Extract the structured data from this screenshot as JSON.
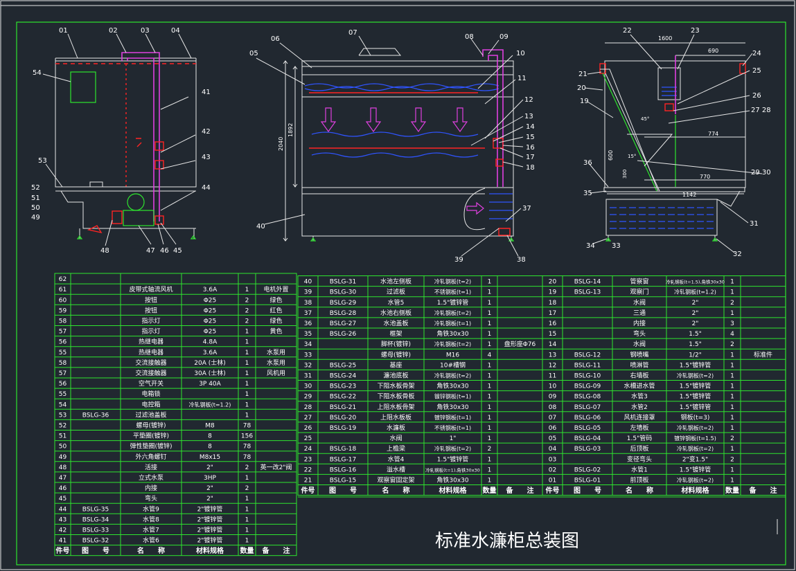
{
  "drawing_title": "标准水濂柜总装图",
  "header_cols": [
    "件号",
    "图　　号",
    "名　　称",
    "材料规格",
    "数量",
    "备　　注"
  ],
  "dims": {
    "d2040": "2040",
    "d1892": "1892",
    "d1600": "1600",
    "d690": "690",
    "d774": "774",
    "d770": "770",
    "d1142": "1142",
    "d600": "600",
    "d300": "300",
    "a45": "45°",
    "a15": "15°"
  },
  "callouts": {
    "c01": "01",
    "c02": "02",
    "c03": "03",
    "c04": "04",
    "c05": "05",
    "c06": "06",
    "c07": "07",
    "c08": "08",
    "c09": "09",
    "c10": "10",
    "c11": "11",
    "c12": "12",
    "c13": "13",
    "c14": "14",
    "c15": "15",
    "c16": "16",
    "c17": "17",
    "c18": "18",
    "c19": "19",
    "c20": "20",
    "c21": "21",
    "c22": "22",
    "c23": "23",
    "c24": "24",
    "c25": "25",
    "c26": "26",
    "c2728": "27 28",
    "c2930": "29 30",
    "c31": "31",
    "c32": "32",
    "c33": "33",
    "c34": "34",
    "c35": "35",
    "c36": "36",
    "c37": "37",
    "c38": "38",
    "c39": "39",
    "c40": "40",
    "c41": "41",
    "c42": "42",
    "c43": "43",
    "c44": "44",
    "c45": "45",
    "c46": "46",
    "c47": "47",
    "c48": "48",
    "c49": "49",
    "c50": "50",
    "c51": "51",
    "c52": "52",
    "c53": "53",
    "c54": "54"
  },
  "bom_left": [
    [
      "62",
      "",
      "",
      "",
      "",
      ""
    ],
    [
      "61",
      "",
      "皮带式轴流风机",
      "3.6A",
      "1",
      "电机外置"
    ],
    [
      "60",
      "",
      "按钮",
      "Φ25",
      "2",
      "绿色"
    ],
    [
      "59",
      "",
      "按钮",
      "Φ25",
      "2",
      "红色"
    ],
    [
      "58",
      "",
      "指示灯",
      "Φ25",
      "2",
      "绿色"
    ],
    [
      "57",
      "",
      "指示灯",
      "Φ25",
      "1",
      "黄色"
    ],
    [
      "56",
      "",
      "热继电器",
      "4.8A",
      "1",
      ""
    ],
    [
      "55",
      "",
      "热继电器",
      "3.6A",
      "1",
      "水泵用"
    ],
    [
      "58",
      "",
      "交流接触器",
      "20A (士林)",
      "1",
      "水泵用"
    ],
    [
      "57",
      "",
      "交流接触器",
      "30A (士林)",
      "1",
      "风机用"
    ],
    [
      "56",
      "",
      "空气开关",
      "3P  40A",
      "1",
      ""
    ],
    [
      "55",
      "",
      "电箱锁",
      "",
      "1",
      ""
    ],
    [
      "54",
      "",
      "电控箱",
      "冷轧钢板(t=1.2)",
      "1",
      ""
    ],
    [
      "53",
      "BSLG-36",
      "过滤池盖板",
      "",
      "1",
      ""
    ],
    [
      "52",
      "",
      "螺母(镀锌)",
      "M8",
      "78",
      ""
    ],
    [
      "51",
      "",
      "平垫圈(镀锌)",
      "8",
      "156",
      ""
    ],
    [
      "50",
      "",
      "弹性垫圈(镀锌)",
      "8",
      "78",
      ""
    ],
    [
      "49",
      "",
      "外六角螺钉",
      "M8x15",
      "78",
      ""
    ],
    [
      "48",
      "",
      "活接",
      "2\"",
      "2",
      "英一改2\"阀"
    ],
    [
      "47",
      "",
      "立式水泵",
      "3HP",
      "1",
      ""
    ],
    [
      "46",
      "",
      "内接",
      "2\"",
      "2",
      ""
    ],
    [
      "45",
      "",
      "弯头",
      "2\"",
      "1",
      ""
    ],
    [
      "44",
      "BSLG-35",
      "水管9",
      "2\"镀锌管",
      "1",
      ""
    ],
    [
      "43",
      "BSLG-34",
      "水管8",
      "2\"镀锌管",
      "1",
      ""
    ],
    [
      "42",
      "BSLG-33",
      "水管7",
      "2\"镀锌管",
      "1",
      ""
    ],
    [
      "41",
      "BSLG-32",
      "水管6",
      "2\"镀锌管",
      "1",
      ""
    ]
  ],
  "bom_mid": [
    [
      "40",
      "BSLG-31",
      "水池左侧板",
      "冷轧钢板(t=2)",
      "1",
      ""
    ],
    [
      "39",
      "BSLG-30",
      "过滤板",
      "不锈钢板(t=1)",
      "1",
      ""
    ],
    [
      "38",
      "BSLG-29",
      "水管5",
      "1.5\"镀锌管",
      "1",
      ""
    ],
    [
      "37",
      "BSLG-28",
      "水池右侧板",
      "冷轧钢板(t=2)",
      "1",
      ""
    ],
    [
      "36",
      "BSLG-27",
      "水池盖板",
      "冷轧钢板(t=1)",
      "1",
      ""
    ],
    [
      "35",
      "BSLG-26",
      "框架",
      "角铁30x30",
      "1",
      ""
    ],
    [
      "34",
      "",
      "脚杯(镀锌)",
      "冷轧钢板(t=2)",
      "1",
      "盘形座Φ76"
    ],
    [
      "33",
      "",
      "螺母(镀锌)",
      "M16",
      "4",
      ""
    ],
    [
      "32",
      "BSLG-25",
      "基座",
      "10#槽钢",
      "1",
      ""
    ],
    [
      "31",
      "BSLG-24",
      "濂池底板",
      "冷轧钢板(t=2)",
      "1",
      ""
    ],
    [
      "30",
      "BSLG-23",
      "下阻水板骨架",
      "角铁30x30",
      "1",
      ""
    ],
    [
      "29",
      "BSLG-22",
      "下阻水板骨板",
      "镀锌钢板(t=1)",
      "1",
      ""
    ],
    [
      "28",
      "BSLG-21",
      "上阻水板骨架",
      "角铁30x30",
      "1",
      ""
    ],
    [
      "27",
      "BSLG-20",
      "上阻水板板",
      "镀锌钢板(t=1)",
      "1",
      ""
    ],
    [
      "26",
      "BSLG-19",
      "水濂板",
      "不锈钢板(t=1)",
      "1",
      ""
    ],
    [
      "25",
      "",
      "水阀",
      "1\"",
      "1",
      ""
    ],
    [
      "24",
      "BSLG-18",
      "上檐梁",
      "冷轧钢板(t=2)",
      "2",
      ""
    ],
    [
      "23",
      "BSLG-17",
      "水管4",
      "1.5\"镀锌管",
      "1",
      ""
    ],
    [
      "22",
      "BSLG-16",
      "溢水槽",
      "冷轧钢板(t=1),角铁30x30",
      "1",
      ""
    ],
    [
      "21",
      "BSLG-15",
      "观察窗固定架",
      "角铁30x30",
      "1",
      ""
    ]
  ],
  "bom_right": [
    [
      "20",
      "BSLG-14",
      "管察窗",
      "冷轧钢板(t=1.5),角铁30x30",
      "1",
      ""
    ],
    [
      "19",
      "BSLG-13",
      "观察门",
      "冷轧钢板(t=1.2)",
      "1",
      ""
    ],
    [
      "18",
      "",
      "水阀",
      "2\"",
      "2",
      ""
    ],
    [
      "17",
      "",
      "三通",
      "2\"",
      "1",
      ""
    ],
    [
      "16",
      "",
      "内接",
      "2\"",
      "3",
      ""
    ],
    [
      "15",
      "",
      "弯头",
      "1.5\"",
      "4",
      ""
    ],
    [
      "14",
      "",
      "水阀",
      "1.5\"",
      "2",
      ""
    ],
    [
      "13",
      "BSLG-12",
      "钢喷嘴",
      "1/2\"",
      "1",
      "标准件"
    ],
    [
      "12",
      "BSLG-11",
      "喷淋管",
      "1.5\"镀锌管",
      "1",
      ""
    ],
    [
      "11",
      "BSLG-10",
      "右墙板",
      "冷轧钢板(t=2)",
      "1",
      ""
    ],
    [
      "10",
      "BSLG-09",
      "水槽进水管",
      "1.5\"镀锌管",
      "1",
      ""
    ],
    [
      "09",
      "BSLG-08",
      "水管3",
      "1.5\"镀锌管",
      "1",
      ""
    ],
    [
      "08",
      "BSLG-07",
      "水管2",
      "1.5\"镀锌管",
      "1",
      ""
    ],
    [
      "07",
      "BSLG-06",
      "风机连接罩",
      "钢板(t=3)",
      "1",
      ""
    ],
    [
      "06",
      "BSLG-05",
      "左墙板",
      "冷轧钢板(t=2)",
      "1",
      ""
    ],
    [
      "05",
      "BSLG-04",
      "1.5\"管码",
      "镀锌钢板(t=1.5)",
      "2",
      ""
    ],
    [
      "04",
      "BSLG-03",
      "后顶板",
      "冷轧钢板(t=2)",
      "1",
      ""
    ],
    [
      "03",
      "",
      "变径弯头",
      "2\"变1.5\"",
      "2",
      ""
    ],
    [
      "02",
      "BSLG-02",
      "水管1",
      "1.5\"镀锌管",
      "1",
      ""
    ],
    [
      "01",
      "BSLG-01",
      "前顶板",
      "冷轧钢板(t=2)",
      "1",
      ""
    ]
  ]
}
